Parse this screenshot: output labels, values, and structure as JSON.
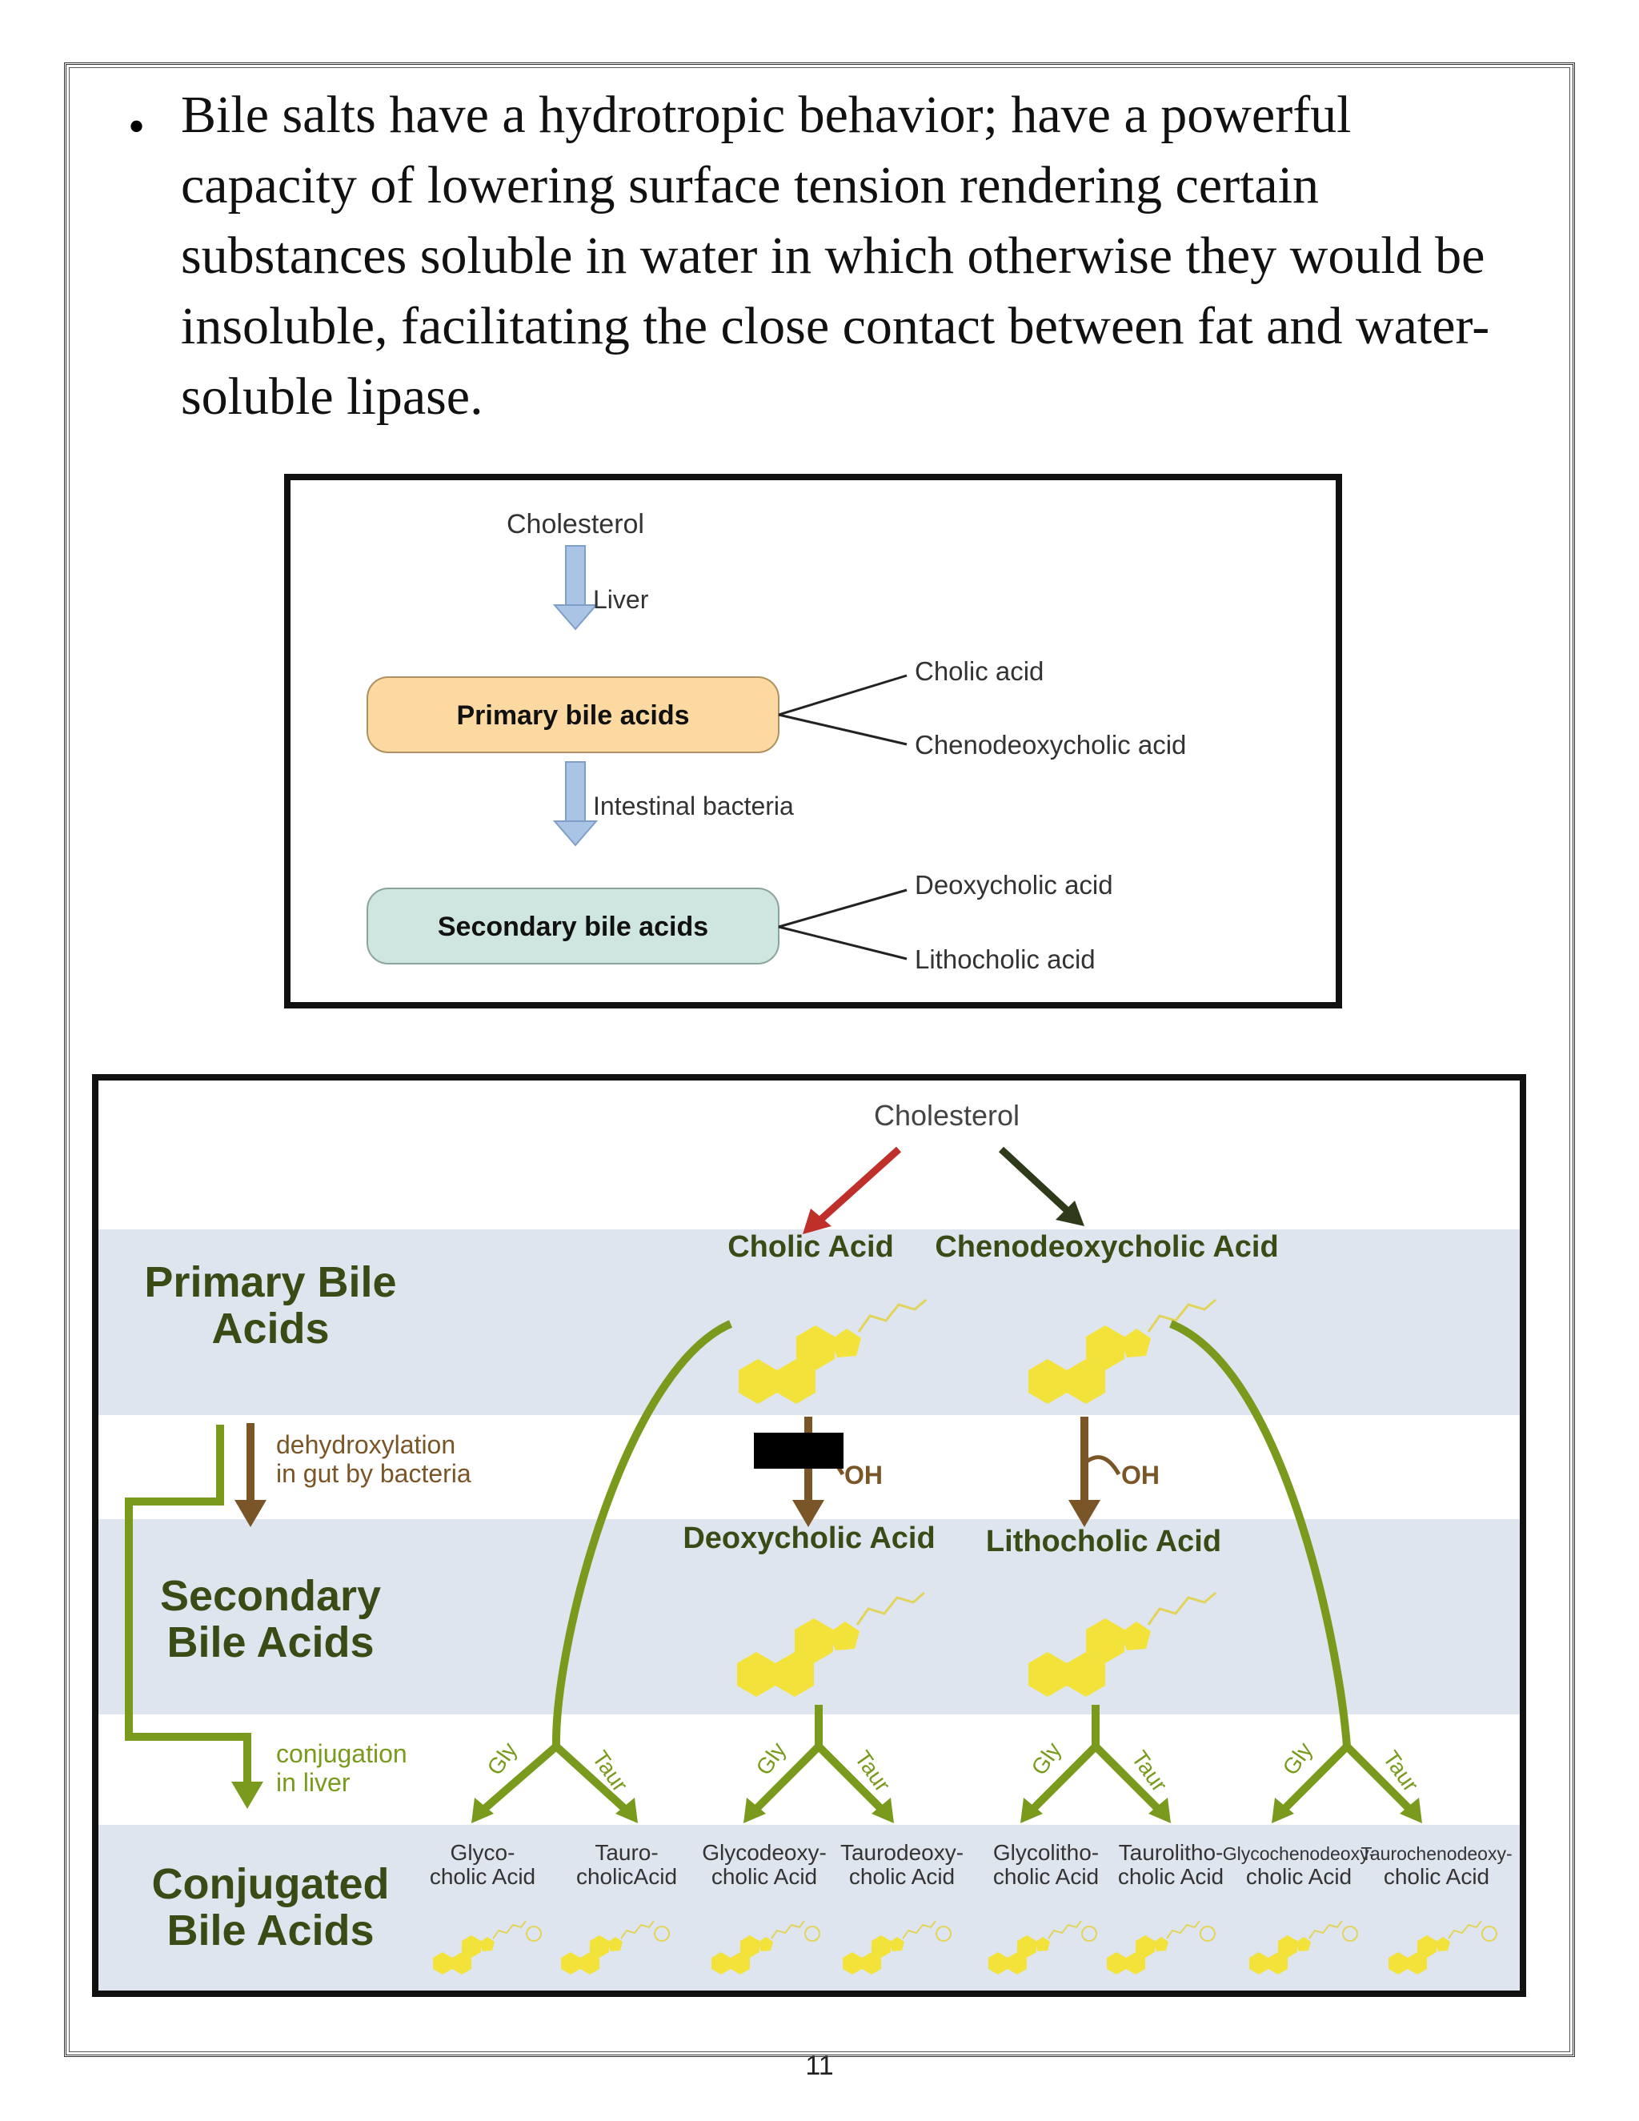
{
  "paragraph": {
    "bullet": "•",
    "lines": [
      "Bile salts have a hydrotropic behavior; have a powerful",
      "capacity of lowering surface tension rendering certain",
      "substances soluble in water in which otherwise they would be",
      "insoluble, facilitating the close contact between fat and water-",
      "soluble lipase."
    ]
  },
  "figure1": {
    "cholesterol": "Cholesterol",
    "liver": "Liver",
    "primary_box": "Primary bile acids",
    "primary_branches": [
      "Cholic acid",
      "Chenodeoxycholic acid"
    ],
    "intestinal": "Intestinal bacteria",
    "secondary_box": "Secondary bile acids",
    "secondary_branches": [
      "Deoxycholic acid",
      "Lithocholic acid"
    ],
    "colors": {
      "primary_fill": "#fcd9a0",
      "secondary_fill": "#cfe5df",
      "arrow_fill": "#a9c4e4"
    }
  },
  "figure2": {
    "cholesterol": "Cholesterol",
    "row_labels": {
      "primary": [
        "Primary Bile",
        "Acids"
      ],
      "secondary": [
        "Secondary",
        "Bile Acids"
      ],
      "conjugated": [
        "Conjugated",
        "Bile Acids"
      ]
    },
    "step1": [
      "dehydroxylation",
      "in gut by bacteria"
    ],
    "step2": [
      "conjugation",
      "in liver"
    ],
    "primary_acids": [
      "Cholic Acid",
      "Chenodeoxycholic Acid"
    ],
    "secondary_acids": [
      "Deoxycholic Acid",
      "Lithocholic Acid"
    ],
    "oh_label": "OH",
    "gly_label": "Gly",
    "taur_label": "Taur",
    "conjugated": [
      [
        "Glyco-",
        "cholic Acid"
      ],
      [
        "Tauro-",
        "cholicAcid"
      ],
      [
        "Glycodeoxy-",
        "cholic Acid"
      ],
      [
        "Taurodeoxy-",
        "cholic Acid"
      ],
      [
        "Glycolitho-",
        "cholic Acid"
      ],
      [
        "Taurolitho-",
        "cholic Acid"
      ],
      [
        "Glycochenodeoxy-",
        "cholic Acid"
      ],
      [
        "Taurochenodeoxy-",
        "cholic Acid"
      ]
    ],
    "colors": {
      "band": "#dfe5ee",
      "green": "#7a9a1e",
      "brown": "#7a5528",
      "molecule": "#f2e23a",
      "red_arrow": "#c0302a",
      "dark_arrow": "#2e3a1a",
      "row_label": "#3c4a16"
    }
  },
  "page_number": "11"
}
